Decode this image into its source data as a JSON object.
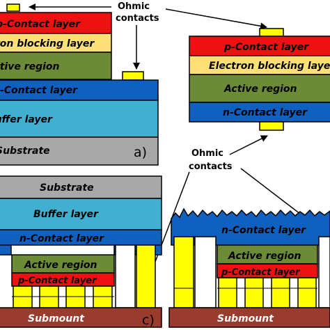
{
  "colors": {
    "p_contact": "#ee1111",
    "electron_blocking": "#ffe077",
    "active_region": "#6b8c34",
    "n_contact": "#1060c0",
    "buffer": "#3fb0d0",
    "substrate": "#a8a8a8",
    "submount": "#9a3b2e",
    "metal": "#ffff00",
    "outline": "#000000"
  },
  "panel_a": {
    "p_contact": "p-Contact layer",
    "electron_blocking": "Electron blocking layer",
    "active": "Active region",
    "n_contact": "n-Contact layer",
    "buffer": "Buffer layer",
    "substrate": "Substrate",
    "tag": "a)"
  },
  "panel_b": {
    "p_contact": "p-Contact layer",
    "electron_blocking": "Electron blocking layer",
    "active": "Active region",
    "n_contact": "n-Contact layer"
  },
  "panel_c": {
    "substrate": "Substrate",
    "buffer": "Buffer layer",
    "n_contact": "n-Contact layer",
    "active": "Active region",
    "p_contact": "p-Contact layer",
    "submount": "Submount",
    "tag": "c)"
  },
  "panel_d": {
    "n_contact": "n-Contact layer",
    "active": "Active region",
    "p_contact": "p-Contact layer",
    "submount": "Submount"
  },
  "annotations": {
    "ohmic_top_line1": "Ohmic",
    "ohmic_top_line2": "contacts",
    "ohmic_mid_line1": "Ohmic",
    "ohmic_mid_line2": "contacts"
  }
}
